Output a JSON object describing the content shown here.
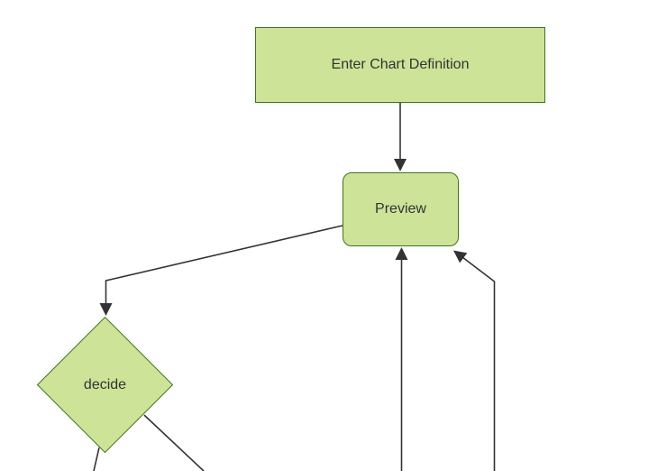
{
  "diagram": {
    "type": "flowchart",
    "direction": "top-down",
    "nodes": [
      {
        "id": "enter-chart-definition",
        "label": "Enter Chart Definition",
        "shape": "rectangle"
      },
      {
        "id": "preview",
        "label": "Preview",
        "shape": "rounded-rectangle"
      },
      {
        "id": "decide",
        "label": "decide",
        "shape": "diamond"
      }
    ],
    "edges": [
      {
        "from": "enter-chart-definition",
        "to": "preview",
        "arrow": true
      },
      {
        "from": "preview",
        "to": "decide",
        "arrow": true
      },
      {
        "from": "offscreen-bottom",
        "to": "preview",
        "arrow": true
      },
      {
        "from": "offscreen-bottom-right",
        "to": "preview",
        "arrow": true
      },
      {
        "from": "decide",
        "to": "offscreen-bottom-left",
        "arrow": false
      },
      {
        "from": "decide",
        "to": "offscreen-bottom-right",
        "arrow": false
      }
    ],
    "colors": {
      "node_fill": "#cde498",
      "node_border": "#417320",
      "edge": "#333333",
      "text": "#333333",
      "background": "#ffffff"
    }
  }
}
